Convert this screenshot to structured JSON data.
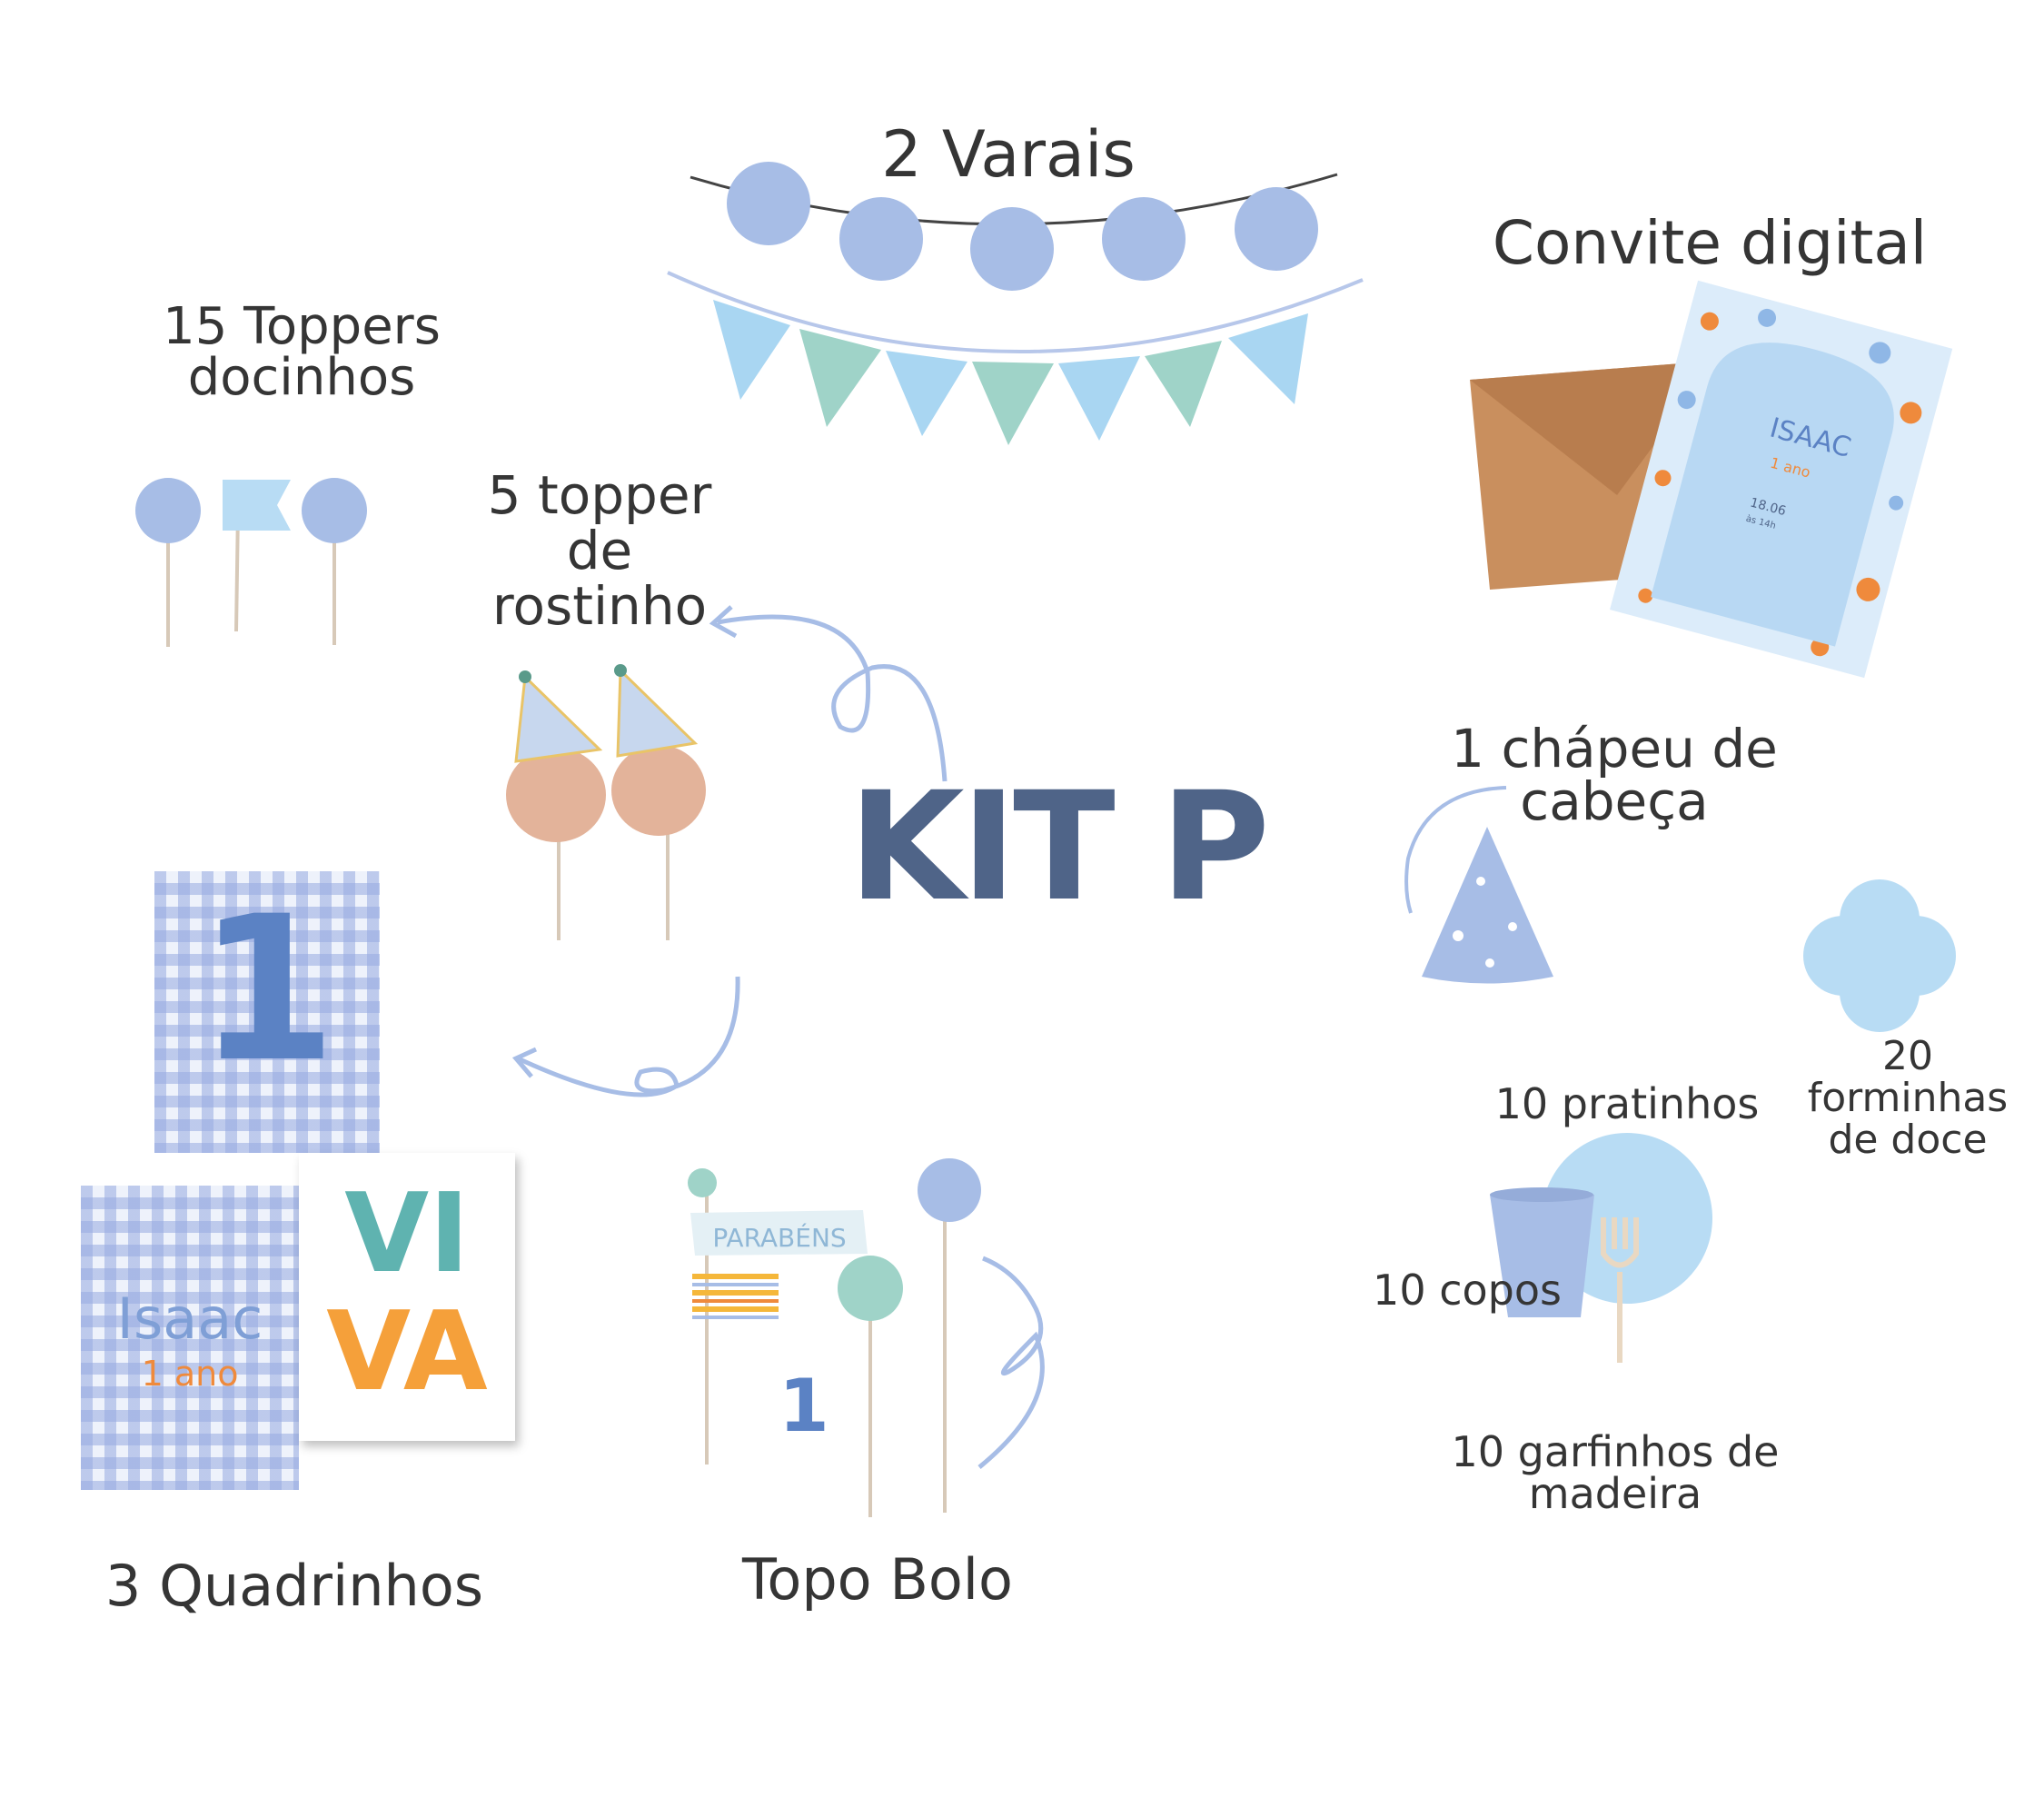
{
  "title": "KIT P",
  "items": {
    "varais": "2 Varais",
    "convite": "Convite digital",
    "toppers_docinhos": [
      "15 Toppers",
      "docinhos"
    ],
    "topper_rostinho": [
      "5 topper",
      "de",
      "rostinho"
    ],
    "chapeu": [
      "1 chápeu de",
      "cabeça"
    ],
    "forminhas": [
      "20",
      "forminhas",
      "de doce"
    ],
    "pratinhos": "10 pratinhos",
    "copos": "10 copos",
    "garfinhos": [
      "10 garfinhos de",
      "madeira"
    ],
    "quadrinhos": "3 Quadrinhos",
    "topo_bolo": "Topo Bolo"
  },
  "artwork": {
    "invite_name": "ISAAC",
    "invite_age": "1 ano",
    "invite_date": "18.06",
    "invite_time": "às 14h",
    "frame_number": "1",
    "frame_name": "Isaac",
    "frame_age": "1 ano",
    "viva_top": "VI",
    "viva_bottom": "VA",
    "banner_text": "PARABÉNS",
    "cake_number": "1"
  },
  "colors": {
    "title": "#4f6488",
    "text": "#353535",
    "pompom_blue": "#a7bde6",
    "pompom_mint": "#9fd3c8",
    "light_blue": "#b8dcf4",
    "mid_blue": "#5b82c4",
    "orange": "#ef8a3c",
    "yellow": "#f5b73a",
    "kraft": "#c98f5e"
  }
}
